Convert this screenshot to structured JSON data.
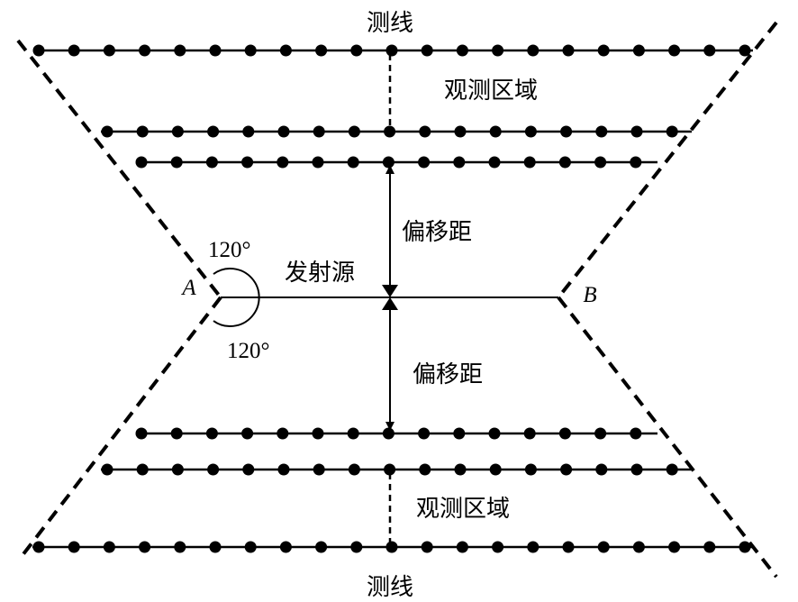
{
  "labels": {
    "survey_line_top": "测线",
    "survey_line_bottom": "测线",
    "observation_area_top": "观测区域",
    "observation_area_bottom": "观测区域",
    "offset_top": "偏移距",
    "offset_bottom": "偏移距",
    "source": "发射源",
    "point_a": "A",
    "point_b": "B",
    "angle_top": "120°",
    "angle_bottom": "120°"
  },
  "colors": {
    "ink": "#000000",
    "background": "#ffffff"
  }
}
